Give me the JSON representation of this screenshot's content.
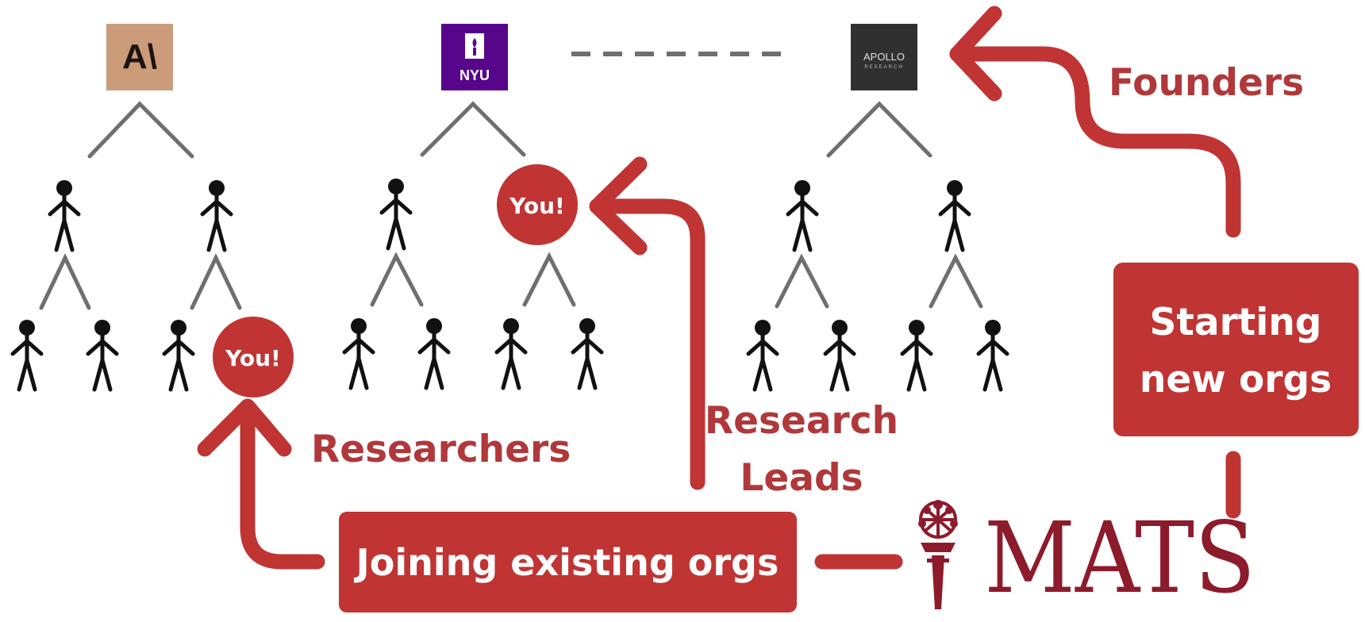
{
  "colors": {
    "accent": "#c03434",
    "accent_text": "#b0383a",
    "tree_line": "#6f6f6f",
    "person": "#111111",
    "anthropic_bg": "#cc9b7a",
    "nyu_bg": "#57068c",
    "apollo_bg": "#303030",
    "mats": "#8c1b2c"
  },
  "logos": {
    "anthropic": {
      "text": "A\\"
    },
    "nyu": {
      "text": "NYU"
    },
    "apollo": {
      "line1": "APOLLO",
      "line2": "RESEARCH"
    }
  },
  "you_label": "You!",
  "paths": {
    "researchers": "Researchers",
    "research_leads_line1": "Research",
    "research_leads_line2": "Leads",
    "founders": "Founders"
  },
  "boxes": {
    "joining": "Joining existing orgs",
    "starting_line1": "Starting",
    "starting_line2": "new orgs"
  },
  "mats_wordmark": "MATS"
}
